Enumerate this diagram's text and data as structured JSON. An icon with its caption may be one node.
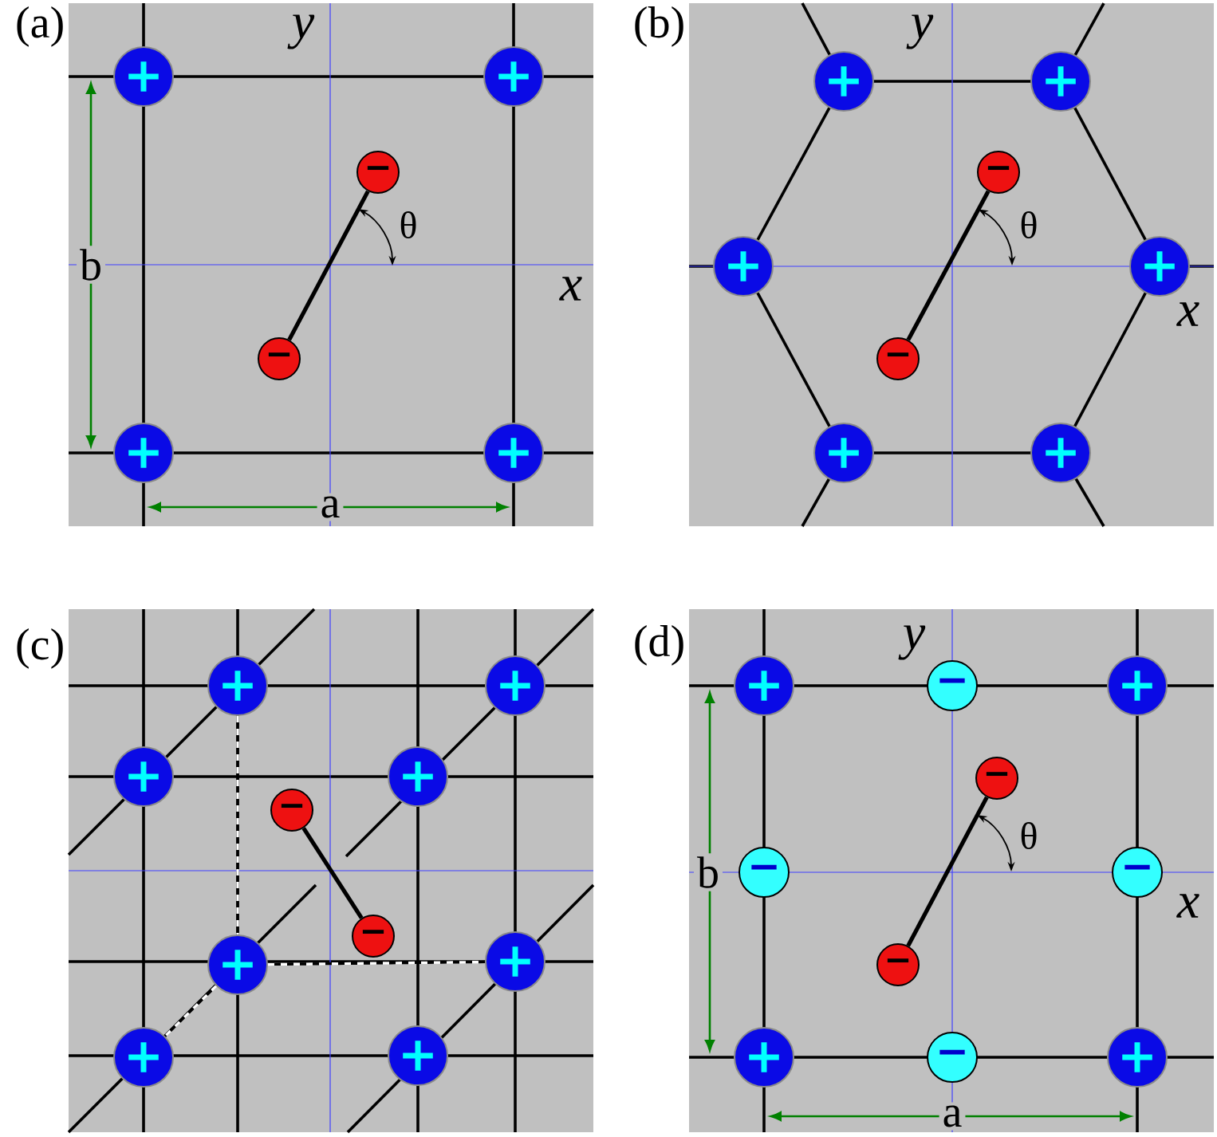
{
  "diagram": {
    "nodes": [
      {
        "text": [
          "(a)"
        ]
      },
      {
        "text": [
          "+"
        ],
        "in": 0
      },
      {
        "text": [
          "+"
        ],
        "in": 0
      },
      {
        "text": [
          "−"
        ],
        "in": 0
      },
      {
        "text": [
          "−"
        ],
        "in": 0
      },
      {
        "text": [
          "+"
        ],
        "in": 0
      },
      {
        "text": [
          "+"
        ],
        "in": 0
      },
      {
        "text": [
          "(b)"
        ]
      },
      {
        "text": [
          "+"
        ],
        "in": 7
      },
      {
        "text": [
          "+"
        ],
        "in": 7
      },
      {
        "text": [
          "−"
        ],
        "in": 7
      },
      {
        "text": [
          "+"
        ],
        "in": 7
      },
      {
        "text": [
          "+"
        ],
        "in": 7
      },
      {
        "text": [
          "−"
        ],
        "in": 7
      },
      {
        "text": [
          "+"
        ],
        "in": 7
      },
      {
        "text": [
          "+"
        ],
        "in": 7
      },
      {
        "text": [
          "(c)"
        ]
      },
      {
        "text": [
          "+"
        ],
        "in": 16
      },
      {
        "text": [
          "+"
        ],
        "in": 16
      },
      {
        "text": [
          "+"
        ],
        "in": 16
      },
      {
        "text": [
          "+"
        ],
        "in": 16
      },
      {
        "text": [
          "−"
        ],
        "in": 16
      },
      {
        "text": [
          "−"
        ],
        "in": 16
      },
      {
        "text": [
          "+"
        ],
        "in": 16
      },
      {
        "text": [
          "+"
        ],
        "in": 16
      },
      {
        "text": [
          "+"
        ],
        "in": 16
      },
      {
        "text": [
          "+"
        ],
        "in": 16
      },
      {
        "text": [
          "(d)"
        ]
      },
      {
        "text": [
          "+"
        ],
        "in": 27
      },
      {
        "text": [
          "−"
        ],
        "in": 27
      },
      {
        "text": [
          "+"
        ],
        "in": 27
      },
      {
        "text": [
          "−"
        ],
        "in": 27
      },
      {
        "text": [
          "−"
        ],
        "in": 27
      },
      {
        "text": [
          "−"
        ],
        "in": 27
      },
      {
        "text": [
          "−"
        ],
        "in": 27
      },
      {
        "text": [
          "+"
        ],
        "in": 27
      },
      {
        "text": [
          "−"
        ],
        "in": 27
      },
      {
        "text": [
          "+"
        ],
        "in": 27
      }
    ],
    "edges": [
      {
        "from": 3,
        "to": 4,
        "arrow": "none"
      },
      {
        "from": 10,
        "to": 13,
        "arrow": "none"
      },
      {
        "from": 21,
        "to": 22,
        "arrow": "none"
      },
      {
        "from": 17,
        "to": 23,
        "arrow": "none",
        "style": "dashed",
        "color": "#ffffff"
      },
      {
        "from": 23,
        "to": 24,
        "arrow": "none",
        "style": "dashed",
        "color": "#ffffff"
      },
      {
        "from": 23,
        "to": 25,
        "arrow": "none",
        "style": "dashed",
        "color": "#ffffff"
      },
      {
        "from": 31,
        "to": 34,
        "arrow": "none"
      }
    ],
    "labels": [
      "y",
      "θ",
      "b",
      "x",
      "a",
      "y",
      "θ",
      "x",
      "y",
      "θ",
      "b",
      "x",
      "a"
    ]
  }
}
